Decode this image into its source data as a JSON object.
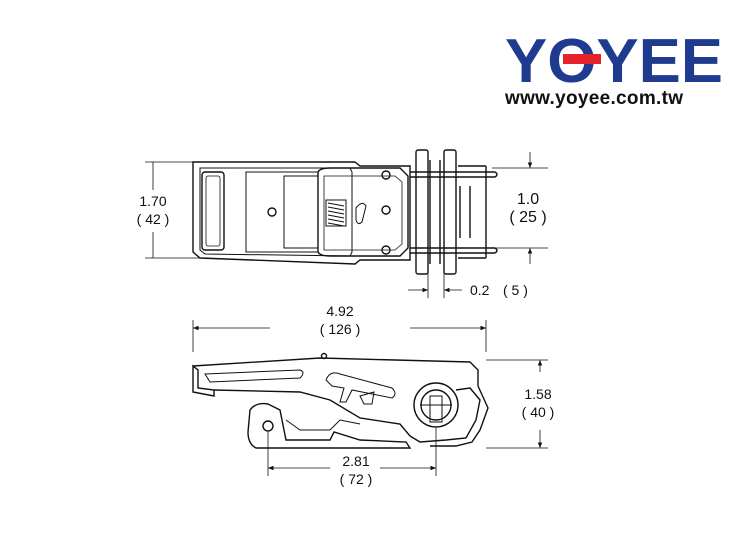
{
  "brand": {
    "logo_text": "YOYEE",
    "url": "www.yoyee.com.tw",
    "logo_color": "#1f3b8f",
    "accent_color": "#e8202a"
  },
  "top_view": {
    "height_in": "1.70",
    "height_mm": "( 42 )",
    "strap_in": "1.0",
    "strap_mm": "( 25 )",
    "gap_in": "0.2",
    "gap_mm": "( 5 )"
  },
  "side_view": {
    "length_in": "4.92",
    "length_mm": "( 126 )",
    "height_in": "1.58",
    "height_mm": "( 40 )",
    "pivot_in": "2.81",
    "pivot_mm": "( 72 )"
  }
}
